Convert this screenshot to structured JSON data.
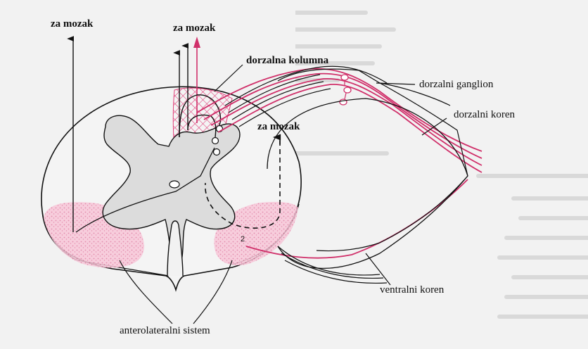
{
  "labels": {
    "za_mozak_left": "za mozak",
    "za_mozak_top": "za mozak",
    "za_mozak_mid": "za mozak",
    "dorzalna_kolumna": "dorzalna kolumna",
    "dorzalni_ganglion": "dorzalni ganglion",
    "dorzalni_koren": "dorzalni koren",
    "ventralni_koren": "ventralni koren",
    "anterolateralni_sistem": "anterolateralni sistem",
    "region_number": "2"
  },
  "colors": {
    "pathway_red": "#d0306a",
    "hatch_pink": "#e0407a",
    "stipple_pink": "#f4a8c4",
    "gray_matter": "#dcdcdc",
    "outline": "#111111",
    "background": "#f2f2f2"
  }
}
